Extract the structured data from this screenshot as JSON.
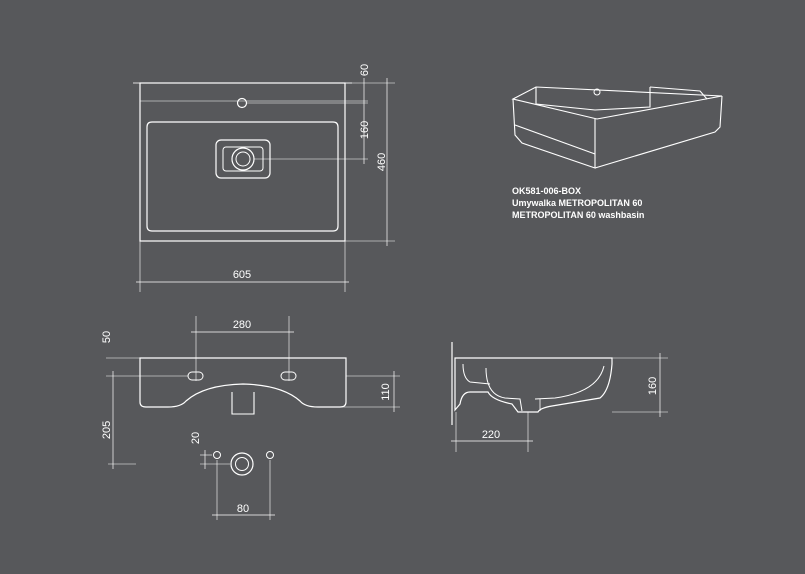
{
  "product": {
    "code": "OK581-006-BOX",
    "name_pl": "Umywalka METROPOLITAN 60",
    "name_en": "METROPOLITAN 60 washbasin"
  },
  "dimensions": {
    "top_width": "605",
    "top_depth": "460",
    "top_rim": "60",
    "top_tap_offset": "160",
    "front_tap_spacing": "280",
    "front_rim": "50",
    "front_height": "205",
    "front_bowl": "110",
    "waste_drop": "20",
    "waste_spacing": "80",
    "side_depth": "220",
    "side_height": "160"
  },
  "colors": {
    "background": "#57585b",
    "line": "#ffffff"
  }
}
